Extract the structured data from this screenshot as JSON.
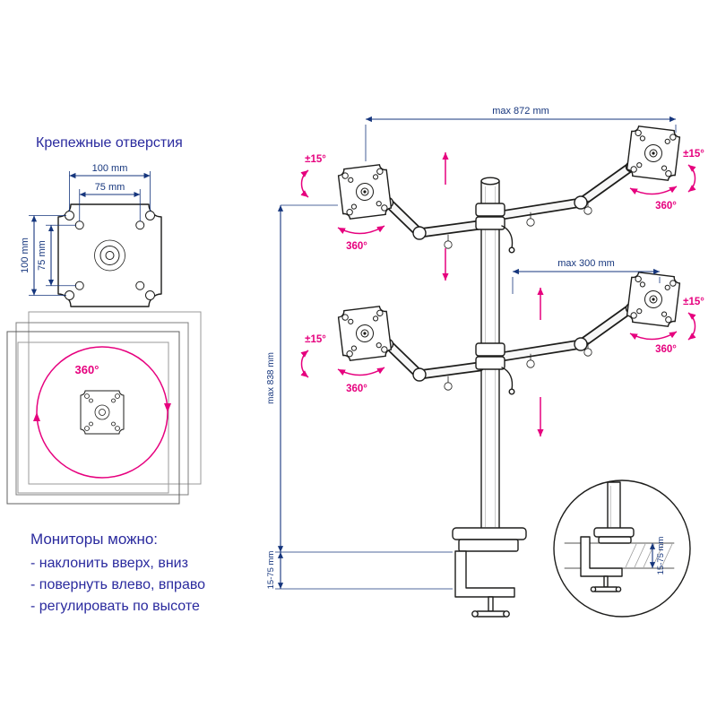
{
  "colors": {
    "drawing": "#1d1d1b",
    "dimension": "#16367d",
    "accent": "#e6007e",
    "text": "#2a2a9e",
    "bg": "#ffffff"
  },
  "left_panel": {
    "title": "Крепежные отверстия",
    "vesa_dims": {
      "top_outer": "100 mm",
      "top_inner": "75 mm",
      "side_outer": "100 mm",
      "side_inner": "75 mm"
    },
    "monitor_rotation": "360°",
    "features": {
      "heading": "Мониторы можно:",
      "items": [
        "- наклонить вверх, вниз",
        "- повернуть влево, вправо",
        "- регулировать по высоте"
      ]
    }
  },
  "main_drawing": {
    "dimensions": {
      "max_width": "max 872 mm",
      "arm_reach": "max 300 mm",
      "pole_height": "max 838 mm",
      "clamp_range": "15-75 mm"
    },
    "annotations": {
      "tilt": "±15°",
      "rotate": "360°"
    },
    "detail": {
      "clamp_range": "15-75 mm"
    }
  }
}
